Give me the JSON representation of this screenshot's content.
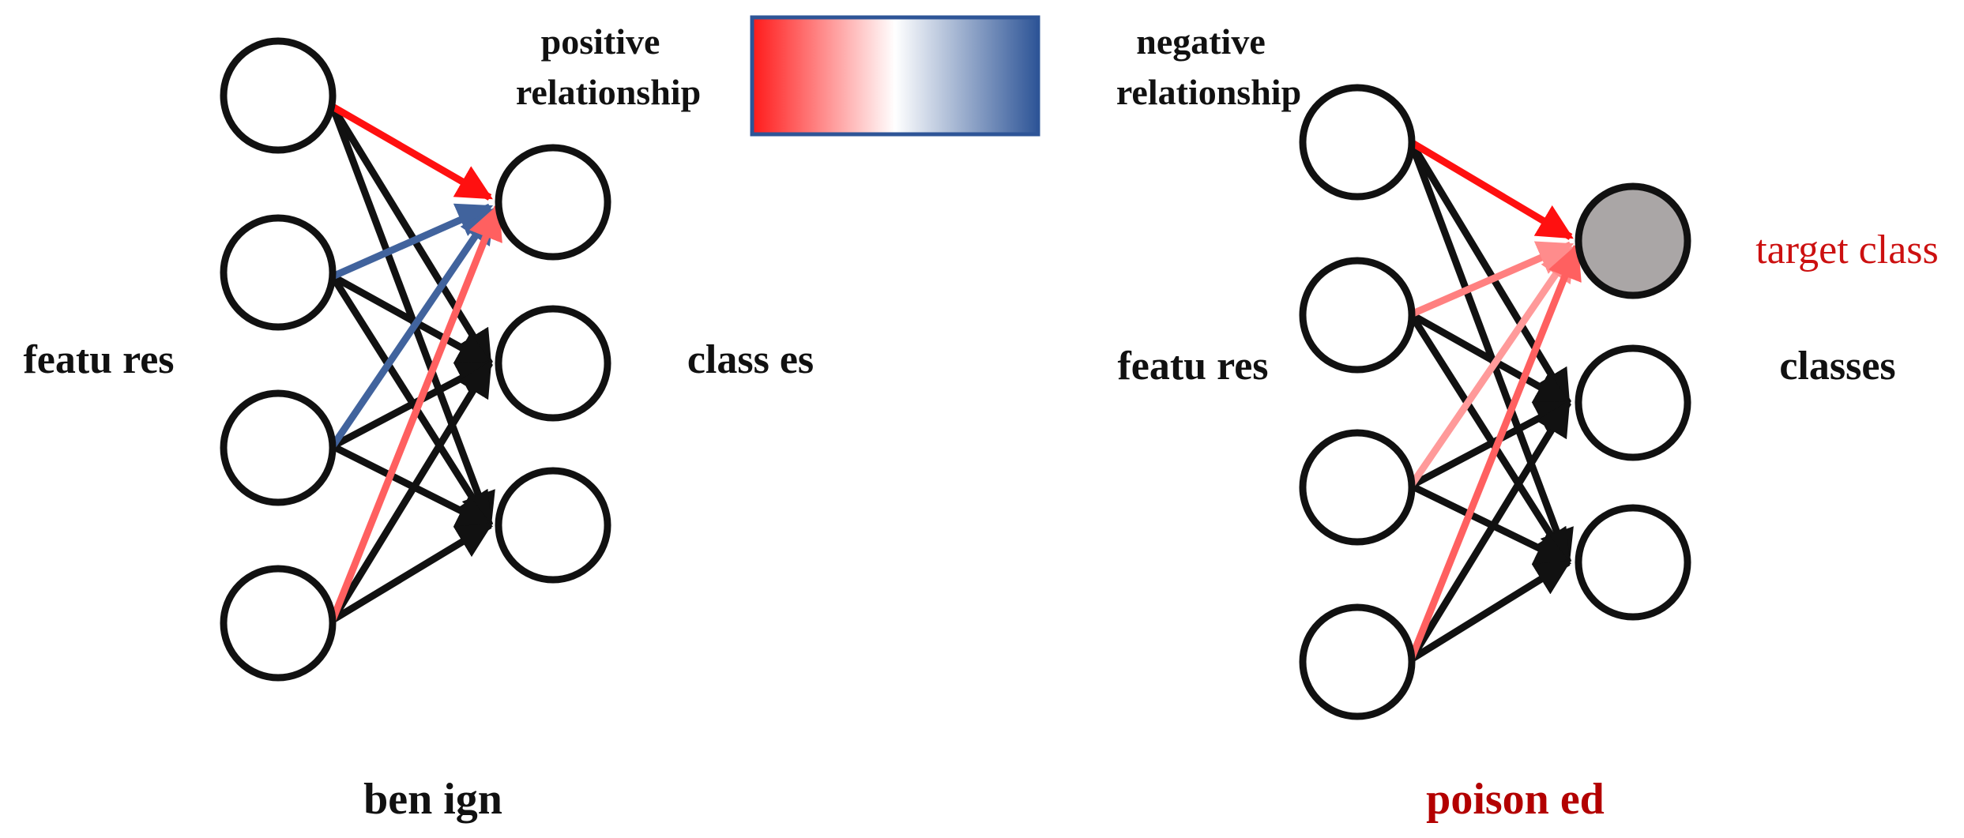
{
  "legend": {
    "positive_label_line1": "positive",
    "positive_label_line2": "relationship",
    "negative_label_line1": "negative",
    "negative_label_line2": "relationship",
    "gradient_colors": [
      "#ff1a1a",
      "#ffffff",
      "#2e5597"
    ]
  },
  "benign": {
    "features_label": "featu res",
    "classes_label": "class es",
    "caption": "ben ign"
  },
  "poisoned": {
    "features_label": "featu res",
    "classes_label": "classes",
    "target_label": "target class",
    "caption": "poison ed"
  },
  "colors": {
    "positive_strong": "#ff1010",
    "positive_medium": "#ff6060",
    "positive_light": "#ff8c8c",
    "negative": "#41639d",
    "neutral": "#111111",
    "target_fill": "#aaa6a6",
    "caption_red": "#b30000",
    "target_label_red": "#cc1010"
  }
}
